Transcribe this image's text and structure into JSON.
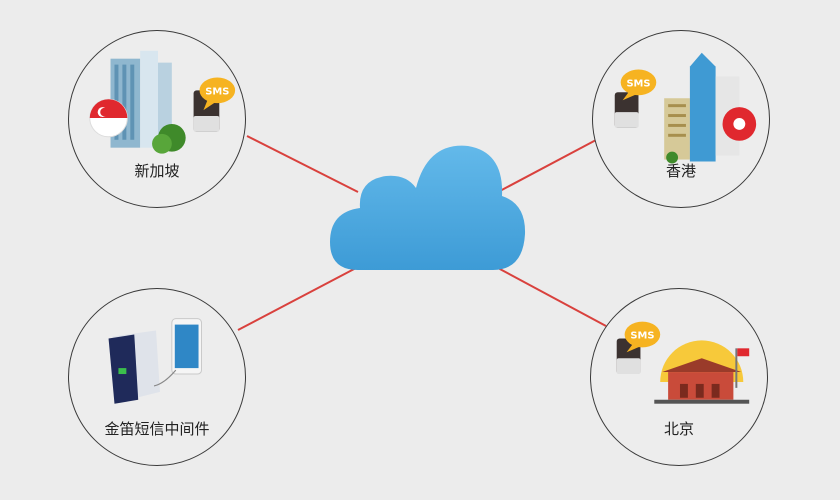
{
  "hub": {
    "icon": "cloud-icon"
  },
  "nodes": [
    {
      "id": "singapore",
      "label": "新加坡",
      "sms": "SMS",
      "flag": "singapore-flag-icon"
    },
    {
      "id": "hongkong",
      "label": "香港",
      "sms": "SMS",
      "flag": "hong-kong-flag-icon"
    },
    {
      "id": "middleware",
      "label": "金笛短信中间件"
    },
    {
      "id": "beijing",
      "label": "北京",
      "sms": "SMS"
    }
  ],
  "colors": {
    "connector": "#d9413d",
    "cloud": "#4aa9e0",
    "sms_bubble": "#f6b321",
    "node_border": "#3a3a3a"
  }
}
